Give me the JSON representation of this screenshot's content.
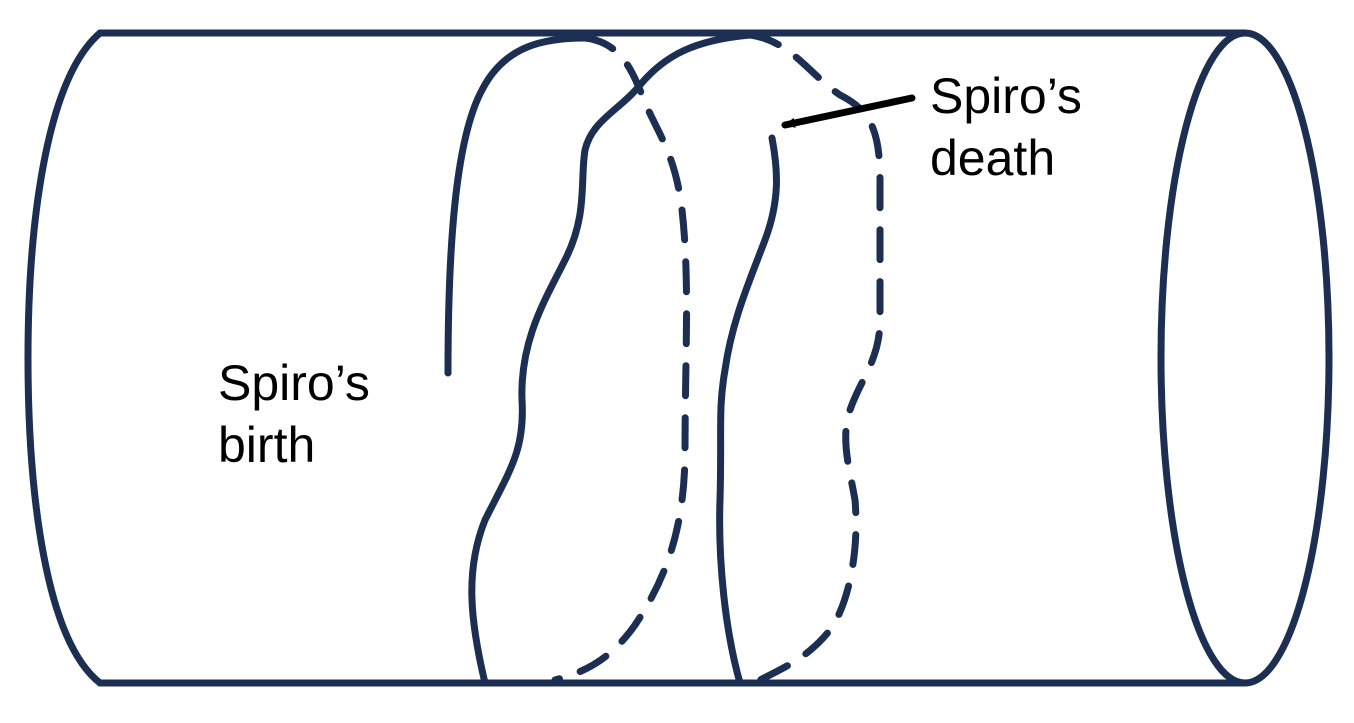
{
  "colors": {
    "line": "#1c2f52",
    "arrow": "#000000",
    "text": "#000000",
    "background": "#ffffff"
  },
  "labels": {
    "birth": {
      "line1": "Spiro’s",
      "line2": "birth"
    },
    "death": {
      "line1": "Spiro’s",
      "line2": "death"
    }
  }
}
